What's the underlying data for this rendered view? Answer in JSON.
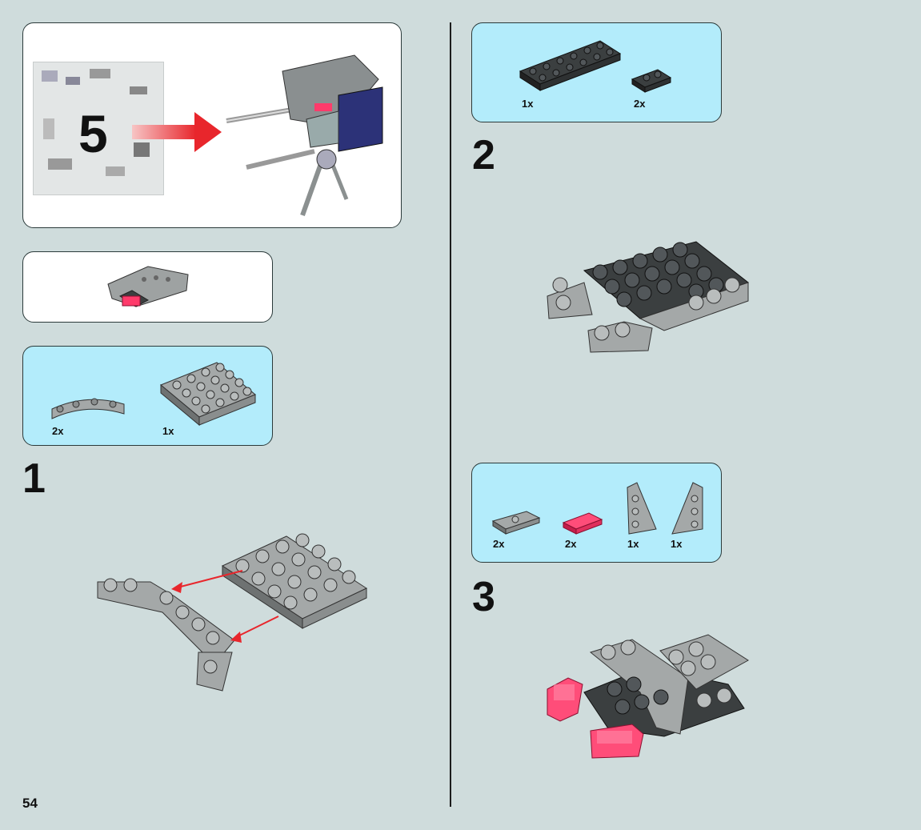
{
  "page": {
    "number": "54"
  },
  "bag_panel": {
    "bag_number": "5"
  },
  "steps": [
    {
      "number": "1",
      "parts": [
        {
          "qty": "2x",
          "name": "curved-plate"
        },
        {
          "qty": "1x",
          "name": "plate-4x4"
        }
      ]
    },
    {
      "number": "2",
      "parts": [
        {
          "qty": "1x",
          "name": "dark-plate-2x6"
        },
        {
          "qty": "2x",
          "name": "dark-plate-1x2"
        }
      ]
    },
    {
      "number": "3",
      "parts": [
        {
          "qty": "2x",
          "name": "grey-jumper-plate"
        },
        {
          "qty": "2x",
          "name": "red-transparent-tile"
        },
        {
          "qty": "1x",
          "name": "wedge-plate-left"
        },
        {
          "qty": "1x",
          "name": "wedge-plate-right"
        }
      ]
    }
  ],
  "colors": {
    "background": "#cfdcdc",
    "parts_panel": "#b3ecfb",
    "arrow": "#e8262c",
    "dark_grey": "#3b3f40",
    "light_grey": "#a4a8a8",
    "trans_red": "#ff3b6b"
  }
}
